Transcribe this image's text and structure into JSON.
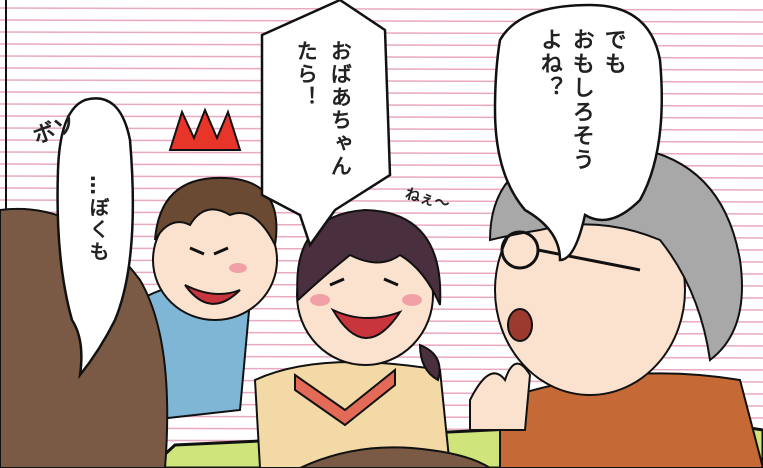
{
  "bubbles": {
    "grandma_line1": "でも",
    "grandma_line2": "おもしろそう",
    "grandma_line3": "よね？",
    "girl_line1": "おばあちゃん",
    "girl_line2": "たら！",
    "boy_line1": "…ぼくも"
  },
  "sound_effects": {
    "pop": "ボソ",
    "nee": "ねぇ〜"
  },
  "colors": {
    "background": "#ffffff",
    "stripe": "#e9a9c0",
    "bubble_fill": "#ffffff",
    "bubble_stroke": "#111111",
    "anger_mark": "#e8352a",
    "grandma_hair": "#a8a8a8",
    "girl_hair": "#4a2f3e",
    "boy_hair": "#6b4a33",
    "skin": "#fbe2cf",
    "table": "#cfe47a",
    "scarf": "#c56a36",
    "sweater": "#f2d9a6"
  }
}
